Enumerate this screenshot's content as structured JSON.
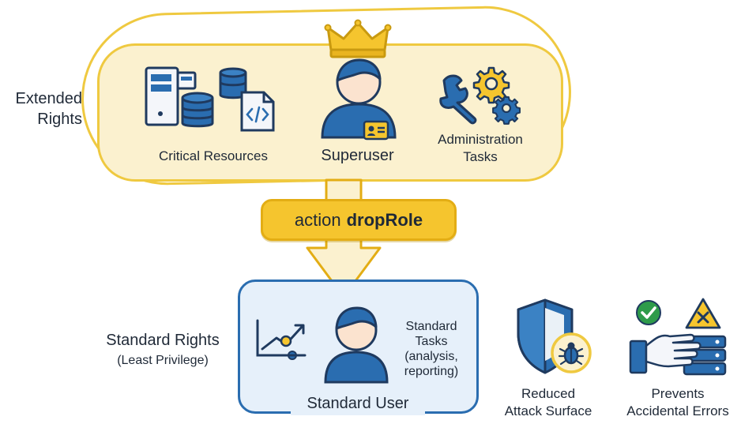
{
  "extended_rights": {
    "label_line1": "Extended",
    "label_line2": "Rights"
  },
  "critical_resources": {
    "label": "Critical Resources"
  },
  "superuser": {
    "label": "Superuser"
  },
  "administration": {
    "line1": "Administration",
    "line2": "Tasks"
  },
  "action": {
    "prefix": "action",
    "name": "dropRole"
  },
  "standard_rights": {
    "line1": "Standard Rights",
    "line2": "(Least Privilege)"
  },
  "standard_user": {
    "label": "Standard User"
  },
  "standard_tasks": {
    "line1": "Standard",
    "line2": "Tasks",
    "line3": "(analysis,",
    "line4": "reporting)"
  },
  "reduced": {
    "line1": "Reduced",
    "line2": "Attack Surface"
  },
  "prevents": {
    "line1": "Prevents",
    "line2": "Accidental Errors"
  },
  "colors": {
    "gold": "#efc940",
    "gold_fill": "#fbf1cf",
    "pill": "#f5c52e",
    "blue": "#2a6db0",
    "blue_fill": "#e6f0fa",
    "dark": "#1f3a5f",
    "green": "#2e9b4a"
  },
  "icons": [
    "server-icon",
    "database-icon",
    "code-file-icon",
    "crown-icon",
    "superuser-avatar-icon",
    "id-badge-icon",
    "wrench-icon",
    "gear-icon",
    "chart-icon",
    "standard-user-avatar-icon",
    "shield-icon",
    "bug-icon",
    "check-icon",
    "warning-icon",
    "hand-icon",
    "server-stack-icon"
  ]
}
